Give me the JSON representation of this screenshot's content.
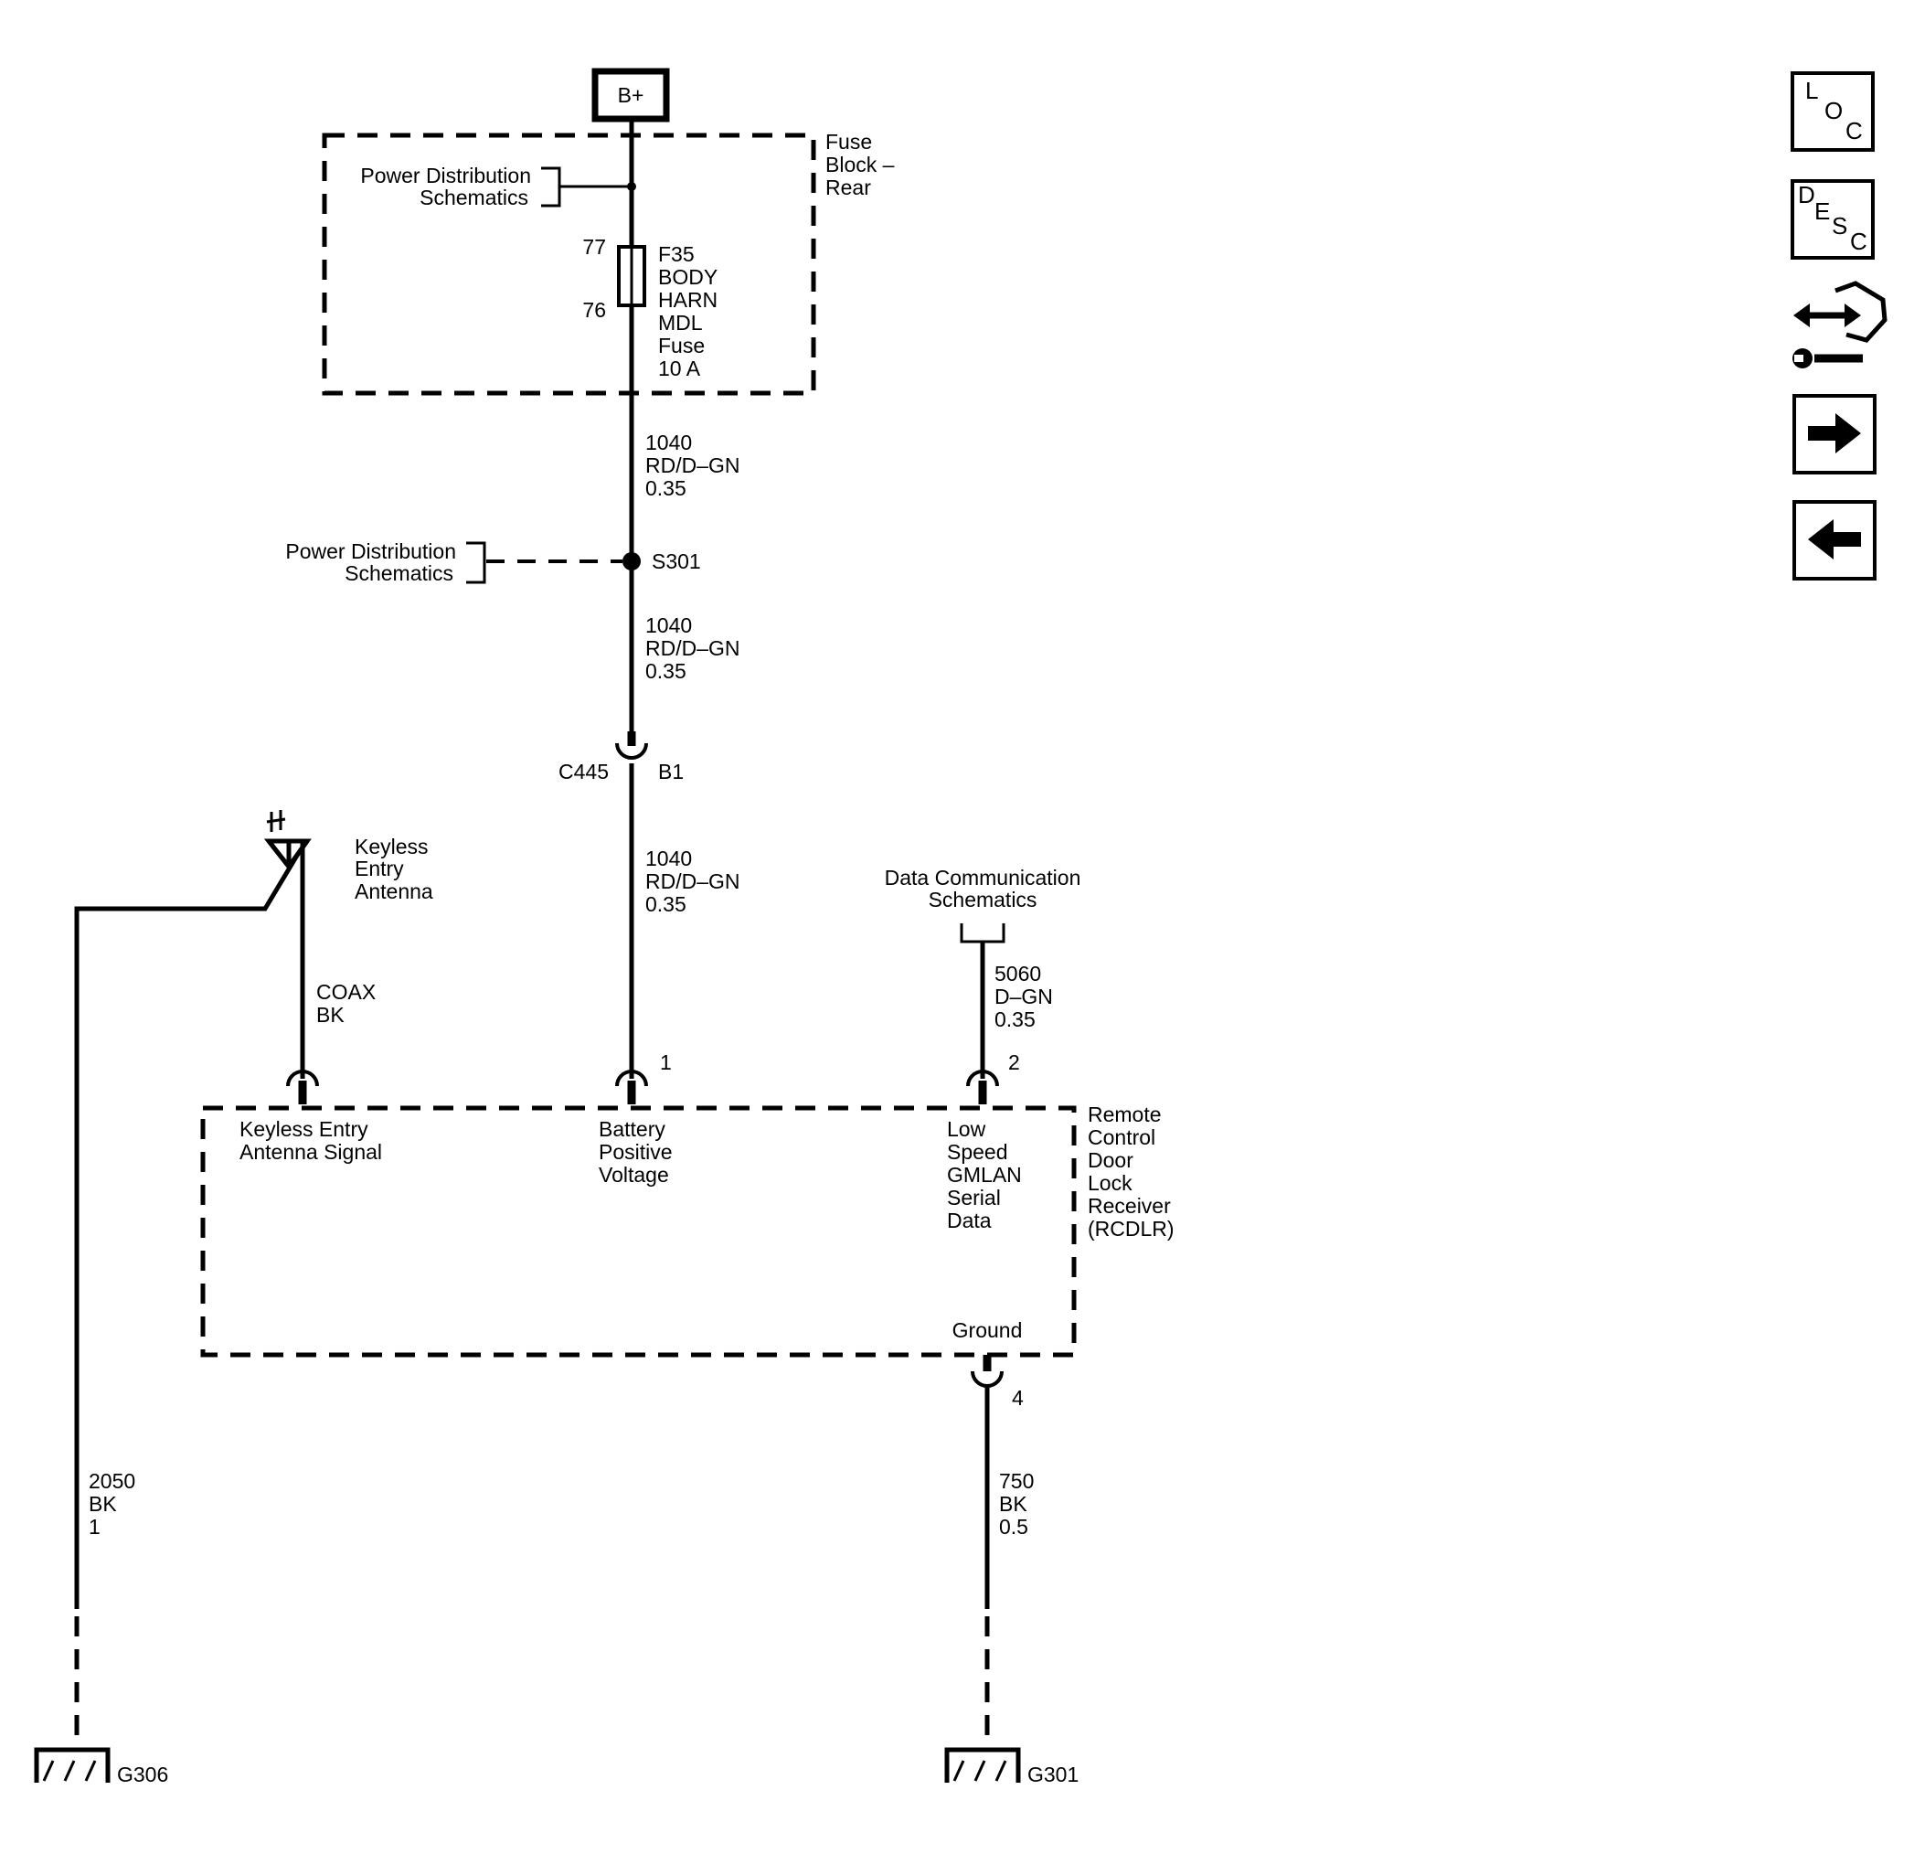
{
  "power_source": "B+",
  "fuse_block": {
    "name_lines": [
      "Fuse",
      "Block –",
      "Rear"
    ],
    "ref_lines": [
      "Power Distribution",
      "Schematics"
    ],
    "pin_top": "77",
    "pin_bottom": "76",
    "fuse_lines": [
      "F35",
      "BODY",
      "HARN",
      "MDL",
      "Fuse",
      "10 A"
    ]
  },
  "wire_a": [
    "1040",
    "RD/D–GN",
    "0.35"
  ],
  "splice": {
    "name": "S301",
    "ref_lines": [
      "Power Distribution",
      "Schematics"
    ]
  },
  "wire_b": [
    "1040",
    "RD/D–GN",
    "0.35"
  ],
  "connector_c445": {
    "name": "C445",
    "pin": "B1"
  },
  "wire_c": [
    "1040",
    "RD/D–GN",
    "0.35"
  ],
  "antenna": {
    "label_lines": [
      "Keyless",
      "Entry",
      "Antenna"
    ],
    "wire_lines": [
      "COAX",
      "BK"
    ]
  },
  "data_comm": {
    "ref_lines": [
      "Data Communication",
      "Schematics"
    ],
    "wire_lines": [
      "5060",
      "D–GN",
      "0.35"
    ]
  },
  "receiver": {
    "name_lines": [
      "Remote",
      "Control",
      "Door",
      "Lock",
      "Receiver",
      "(RCDLR)"
    ],
    "pin_battery": "1",
    "pin_data": "2",
    "pin_ground": "4",
    "antenna_input_lines": [
      "Keyless Entry",
      "Antenna Signal"
    ],
    "battery_input_lines": [
      "Battery",
      "Positive",
      "Voltage"
    ],
    "data_input_lines": [
      "Low",
      "Speed",
      "GMLAN",
      "Serial",
      "Data"
    ],
    "ground_label": "Ground"
  },
  "ground_wire_left": [
    "2050",
    "BK",
    "1"
  ],
  "ground_wire_right": [
    "750",
    "BK",
    "0.5"
  ],
  "ground_left": "G306",
  "ground_right": "G301",
  "nav": {
    "loc": [
      "L",
      "O",
      "C"
    ],
    "desc": [
      "D",
      "E",
      "S",
      "C"
    ]
  }
}
